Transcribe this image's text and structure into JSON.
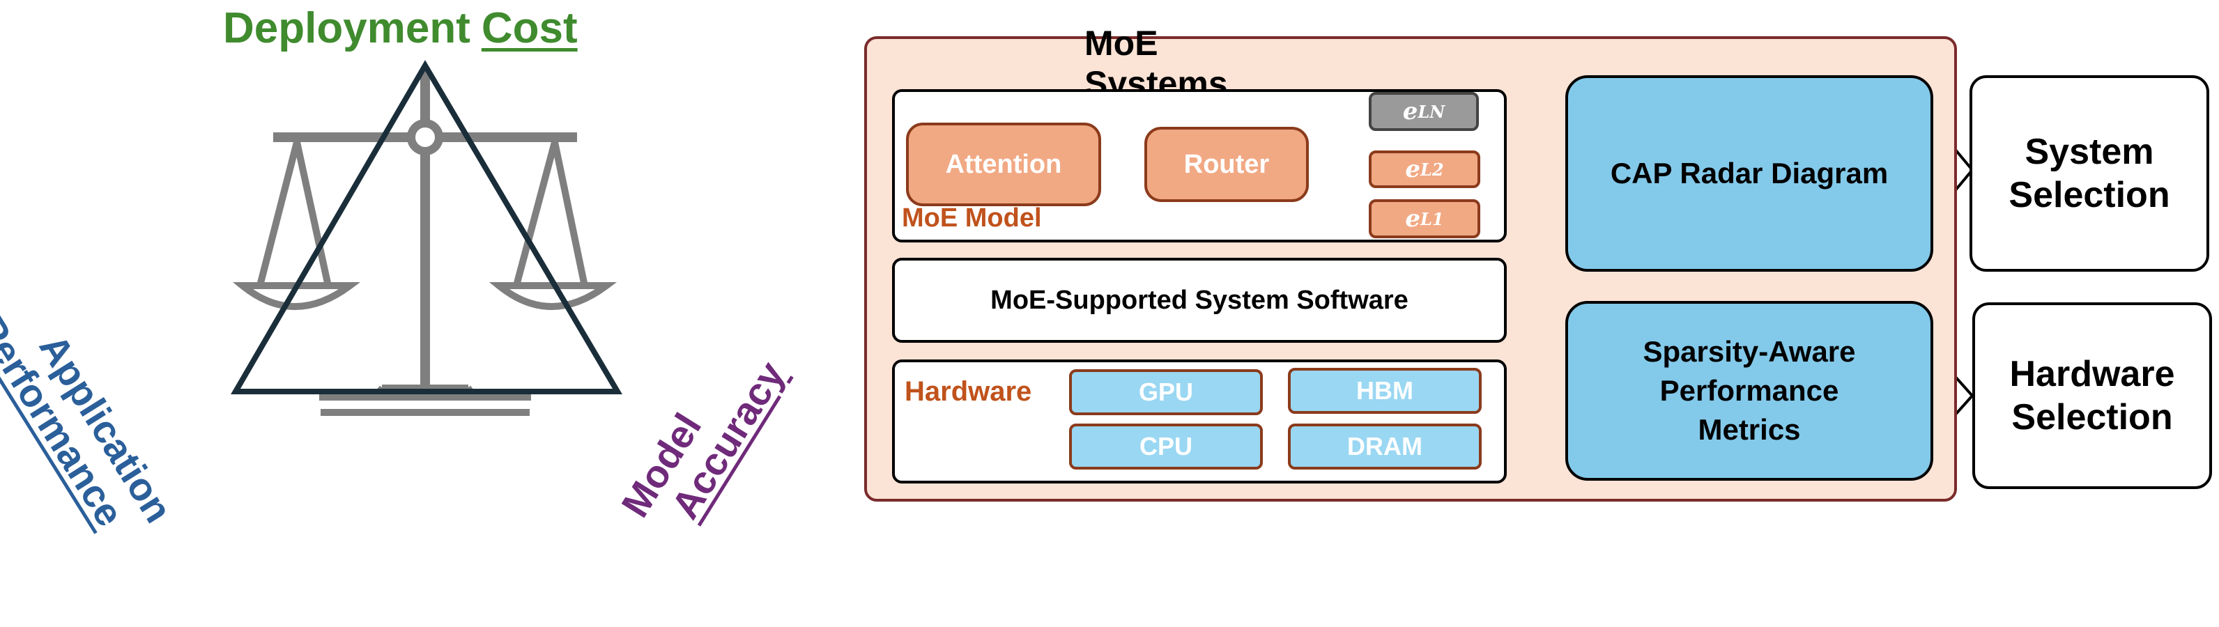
{
  "left_figure": {
    "cost_label_1": "Deployment",
    "cost_label_2": "Cost",
    "perf_label_1": "Application",
    "perf_label_2": "Performance",
    "acc_label_1": "Model",
    "acc_label_2": "Accuracy",
    "colors": {
      "cost": "#3f8b2e",
      "performance": "#2a5f9a",
      "accuracy": "#6f2a7a",
      "scale": "#7f7f7f"
    }
  },
  "panel": {
    "title": "MoE Systems",
    "model_box": {
      "attention": "Attention",
      "router": "Router",
      "experts": [
        {
          "base": "e",
          "sub": "LN"
        },
        {
          "base": "e",
          "sub": "L2"
        },
        {
          "base": "e",
          "sub": "L1"
        }
      ],
      "label": "MoE Model"
    },
    "software": "MoE-Supported System Software",
    "hardware": {
      "label": "Hardware",
      "items": [
        "GPU",
        "HBM",
        "CPU",
        "DRAM"
      ]
    },
    "cap_radar": "CAP Radar Diagram",
    "metrics_lines": [
      "Sparsity-Aware",
      "Performance",
      "Metrics"
    ]
  },
  "outputs": {
    "system_selection": [
      "System",
      "Selection"
    ],
    "hardware_selection": [
      "Hardware",
      "Selection"
    ]
  }
}
